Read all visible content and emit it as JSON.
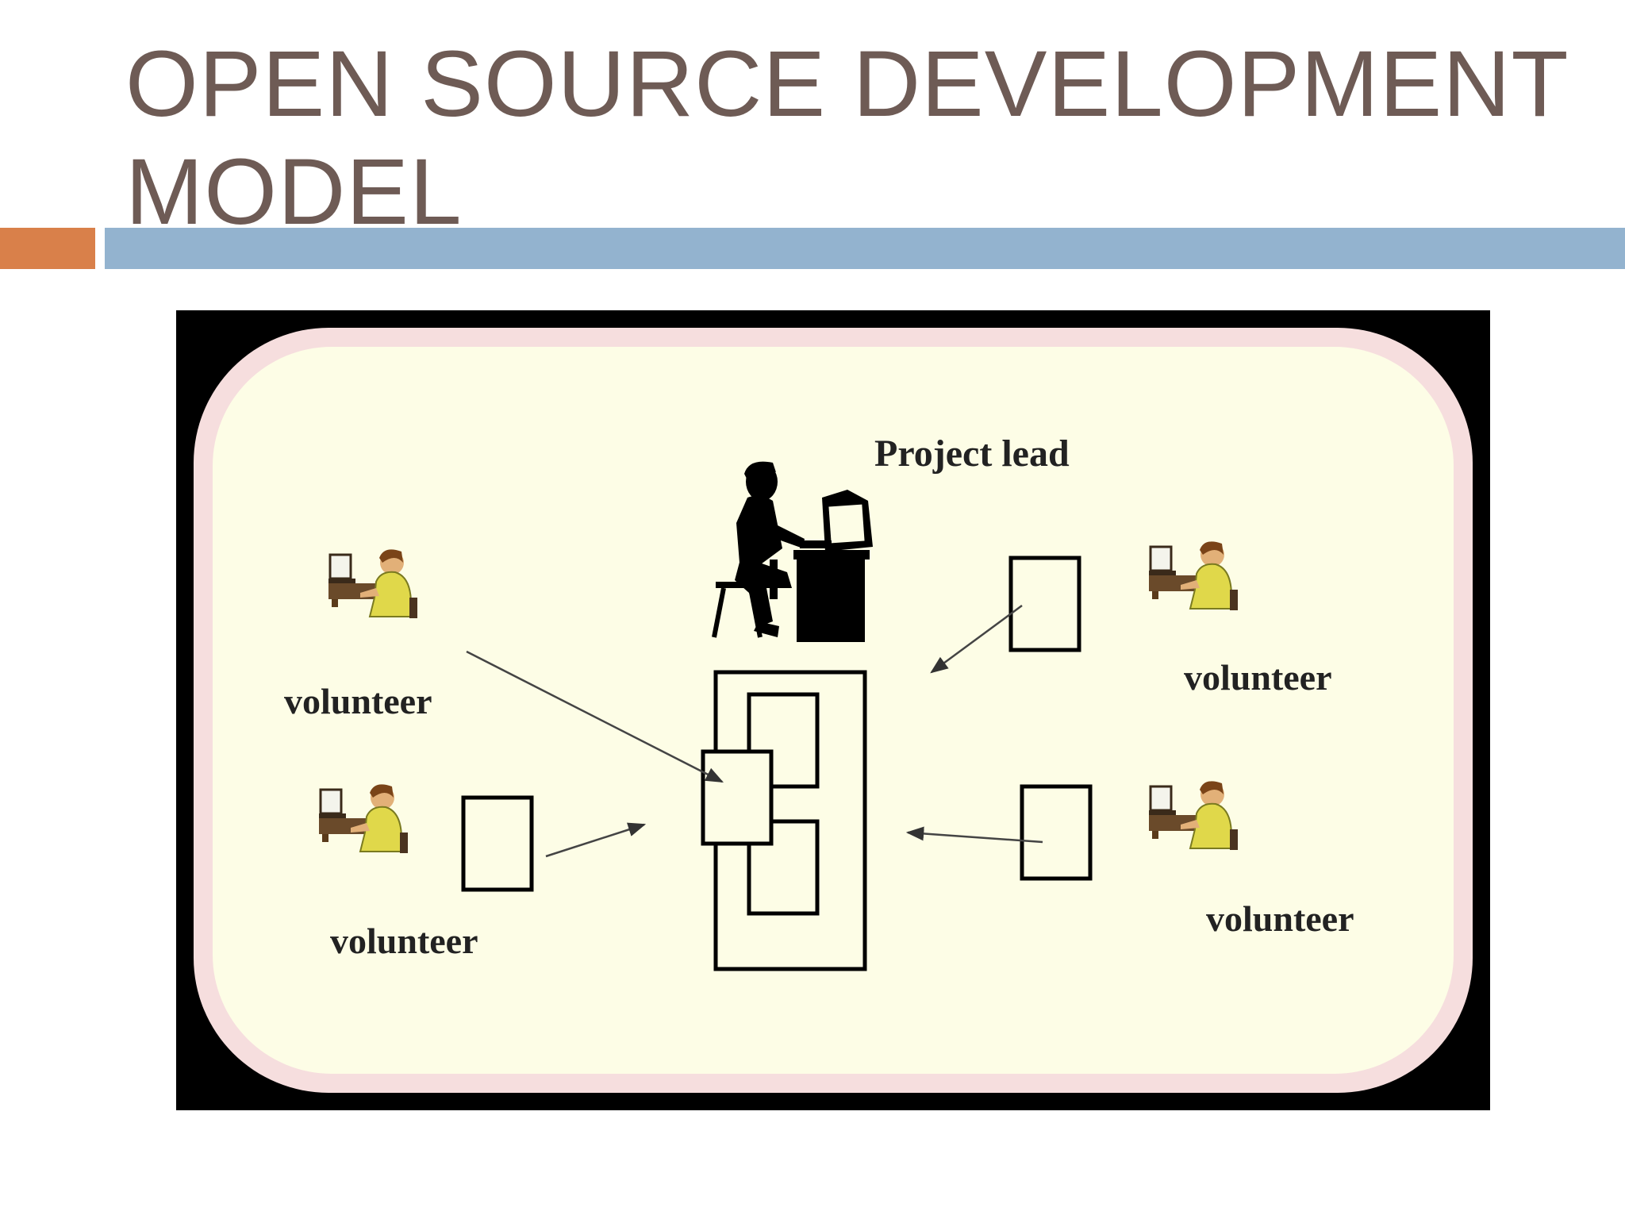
{
  "slide": {
    "title": "OPEN SOURCE DEVELOPMENT MODEL"
  },
  "colors": {
    "title_text": "#6e5b55",
    "accent_orange": "#d9804a",
    "accent_blue": "#93b3cf",
    "diagram_frame": "#000000",
    "diagram_background": "#fdfde6",
    "diagram_border_glow": "#f6dede",
    "volunteer_shirt": "#e0d84a"
  },
  "diagram": {
    "project_lead_label": "Project lead",
    "volunteer_labels": [
      "volunteer",
      "volunteer",
      "volunteer",
      "volunteer"
    ],
    "icons": {
      "project_lead": "person-at-computer-silhouette-icon",
      "volunteer": "person-at-computer-icon",
      "document": "document-icon",
      "repository": "repository-icon"
    }
  }
}
